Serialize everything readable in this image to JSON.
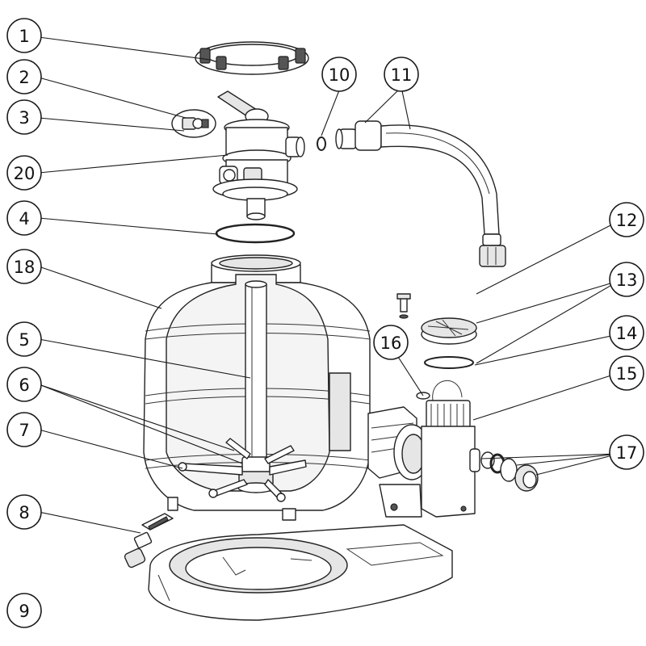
{
  "callouts": [
    {
      "id": "c1",
      "label": "1"
    },
    {
      "id": "c2",
      "label": "2"
    },
    {
      "id": "c3",
      "label": "3"
    },
    {
      "id": "c20",
      "label": "20"
    },
    {
      "id": "c4",
      "label": "4"
    },
    {
      "id": "c18",
      "label": "18"
    },
    {
      "id": "c5",
      "label": "5"
    },
    {
      "id": "c6",
      "label": "6"
    },
    {
      "id": "c7",
      "label": "7"
    },
    {
      "id": "c8",
      "label": "8"
    },
    {
      "id": "c9",
      "label": "9"
    },
    {
      "id": "c10",
      "label": "10"
    },
    {
      "id": "c11",
      "label": "11"
    },
    {
      "id": "c12",
      "label": "12"
    },
    {
      "id": "c13",
      "label": "13"
    },
    {
      "id": "c14",
      "label": "14"
    },
    {
      "id": "c16",
      "label": "16"
    },
    {
      "id": "c15",
      "label": "15"
    },
    {
      "id": "c17",
      "label": "17"
    }
  ],
  "colors": {
    "line": "#222222",
    "fill": "#ffffff",
    "shade": "#e6e6e6",
    "dark": "#555555"
  }
}
